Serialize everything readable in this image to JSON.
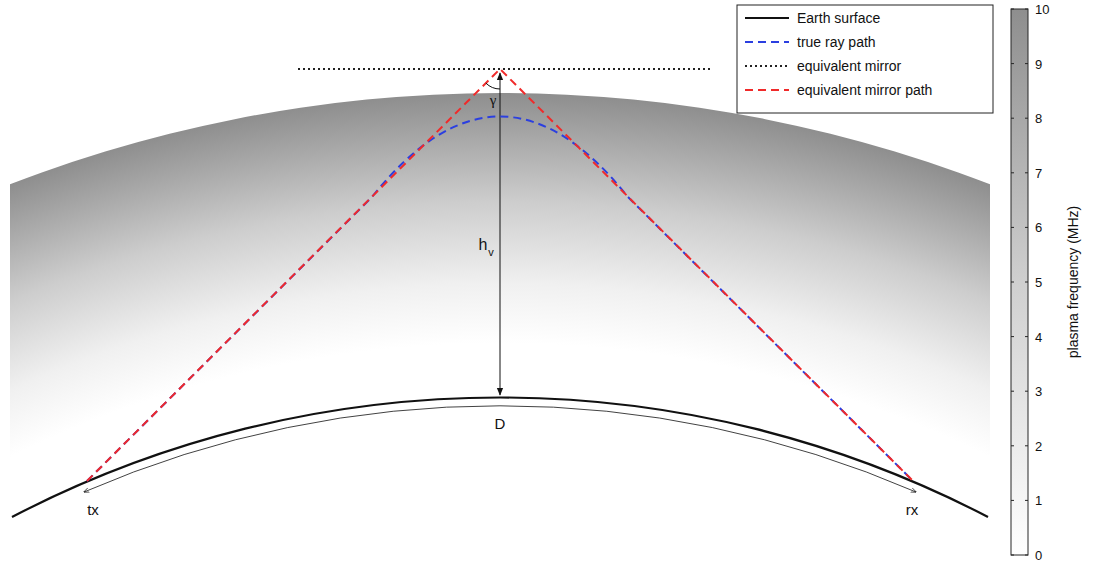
{
  "diagram": {
    "labels": [
      "γ",
      "h",
      "v",
      "D",
      "tx",
      "rx",
      "10",
      "9",
      "8",
      "7",
      "6",
      "5",
      "4",
      "3",
      "2",
      "1",
      "0",
      "plasma frequency (MHz)"
    ],
    "legend": [
      {
        "text": "Earth surface"
      },
      {
        "text": "true ray path"
      },
      {
        "text": "equivalent mirror"
      },
      {
        "text": "equivalent mirror path"
      }
    ]
  }
}
